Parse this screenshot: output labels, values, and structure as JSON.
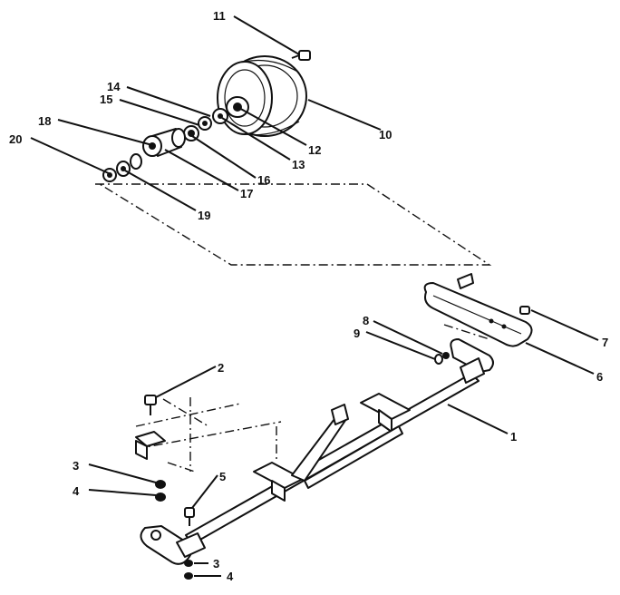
{
  "diagram": {
    "callouts": [
      {
        "id": "c11",
        "number": "11"
      },
      {
        "id": "c10",
        "number": "10"
      },
      {
        "id": "c14",
        "number": "14"
      },
      {
        "id": "c15",
        "number": "15"
      },
      {
        "id": "c12",
        "number": "12"
      },
      {
        "id": "c18",
        "number": "18"
      },
      {
        "id": "c13",
        "number": "13"
      },
      {
        "id": "c20",
        "number": "20"
      },
      {
        "id": "c16",
        "number": "16"
      },
      {
        "id": "c17",
        "number": "17"
      },
      {
        "id": "c19",
        "number": "19"
      },
      {
        "id": "c8",
        "number": "8"
      },
      {
        "id": "c9",
        "number": "9"
      },
      {
        "id": "c7",
        "number": "7"
      },
      {
        "id": "c6",
        "number": "6"
      },
      {
        "id": "c2",
        "number": "2"
      },
      {
        "id": "c1",
        "number": "1"
      },
      {
        "id": "c3a",
        "number": "3"
      },
      {
        "id": "c5",
        "number": "5"
      },
      {
        "id": "c4a",
        "number": "4"
      },
      {
        "id": "c3b",
        "number": "3"
      },
      {
        "id": "c4b",
        "number": "4"
      }
    ]
  }
}
